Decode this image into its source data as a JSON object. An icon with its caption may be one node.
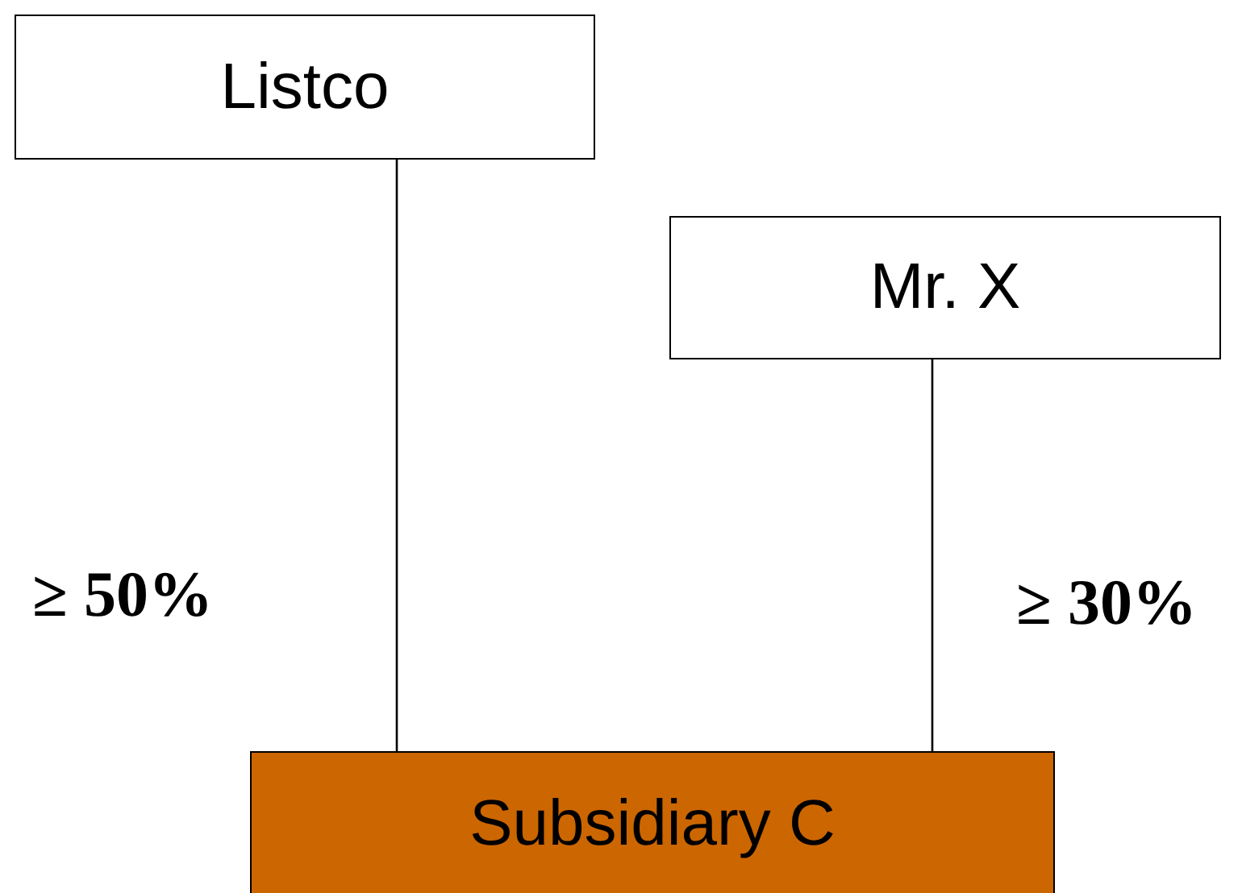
{
  "diagram": {
    "nodes": [
      {
        "text": [
          "Listco"
        ]
      },
      {
        "text": [
          "Mr. X"
        ]
      },
      {
        "text": [
          "Subsidiary C"
        ]
      }
    ],
    "edges": [
      {
        "from": 0,
        "to": 2,
        "arrow": "none",
        "label": "≥ 50%"
      },
      {
        "from": 1,
        "to": 2,
        "arrow": "none",
        "label": "≥ 30%"
      }
    ]
  }
}
